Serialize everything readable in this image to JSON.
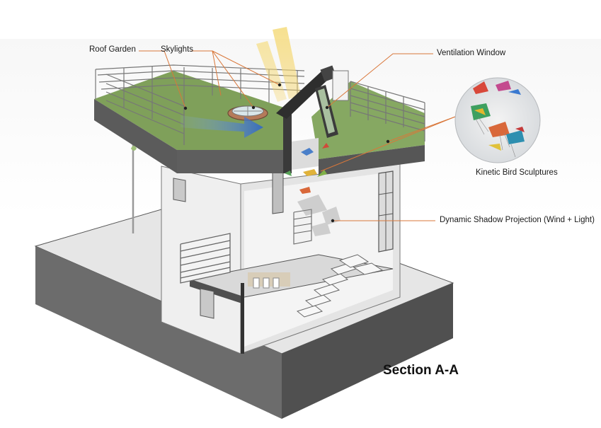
{
  "diagram": {
    "title": "Section A-A",
    "callouts": {
      "roof_garden": "Roof Garden",
      "skylights": "Skylights",
      "ventilation_window": "Ventilation Window",
      "kinetic_birds": "Kinetic Bird Sculptures",
      "shadow_projection": "Dynamic Shadow Projection (Wind + Light)"
    }
  },
  "colors": {
    "leader_line": "#d9773a",
    "slab": "#5a5a5a",
    "wall": "#ececec",
    "grass": "#7fa05a",
    "sun": "#f3d265",
    "wind_arrow": "#2f66c8"
  }
}
